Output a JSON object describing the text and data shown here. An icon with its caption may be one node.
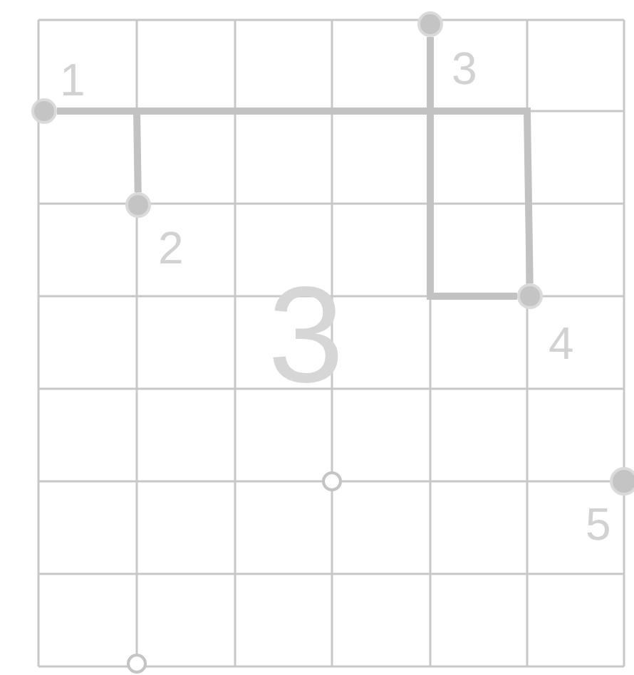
{
  "diagram": {
    "nodes": [
      {
        "text": [],
        "shape": "circle",
        "beside": [
          "1"
        ]
      },
      {
        "text": [],
        "shape": "circle",
        "beside": [
          "2"
        ]
      },
      {
        "text": [],
        "shape": "circle",
        "beside": [
          "3"
        ]
      },
      {
        "text": [],
        "shape": "circle",
        "beside": [
          "4"
        ]
      },
      {
        "text": [],
        "shape": "circle",
        "beside": [
          "5"
        ]
      },
      {
        "text": [],
        "shape": "circle"
      },
      {
        "text": [],
        "shape": "circle"
      }
    ],
    "edges": [
      {
        "from": 0,
        "to": 1,
        "arrow": "none"
      },
      {
        "from": 0,
        "to": 3,
        "arrow": "none"
      },
      {
        "from": 3,
        "to": 2,
        "arrow": "none"
      }
    ],
    "labels": [
      "3"
    ]
  }
}
